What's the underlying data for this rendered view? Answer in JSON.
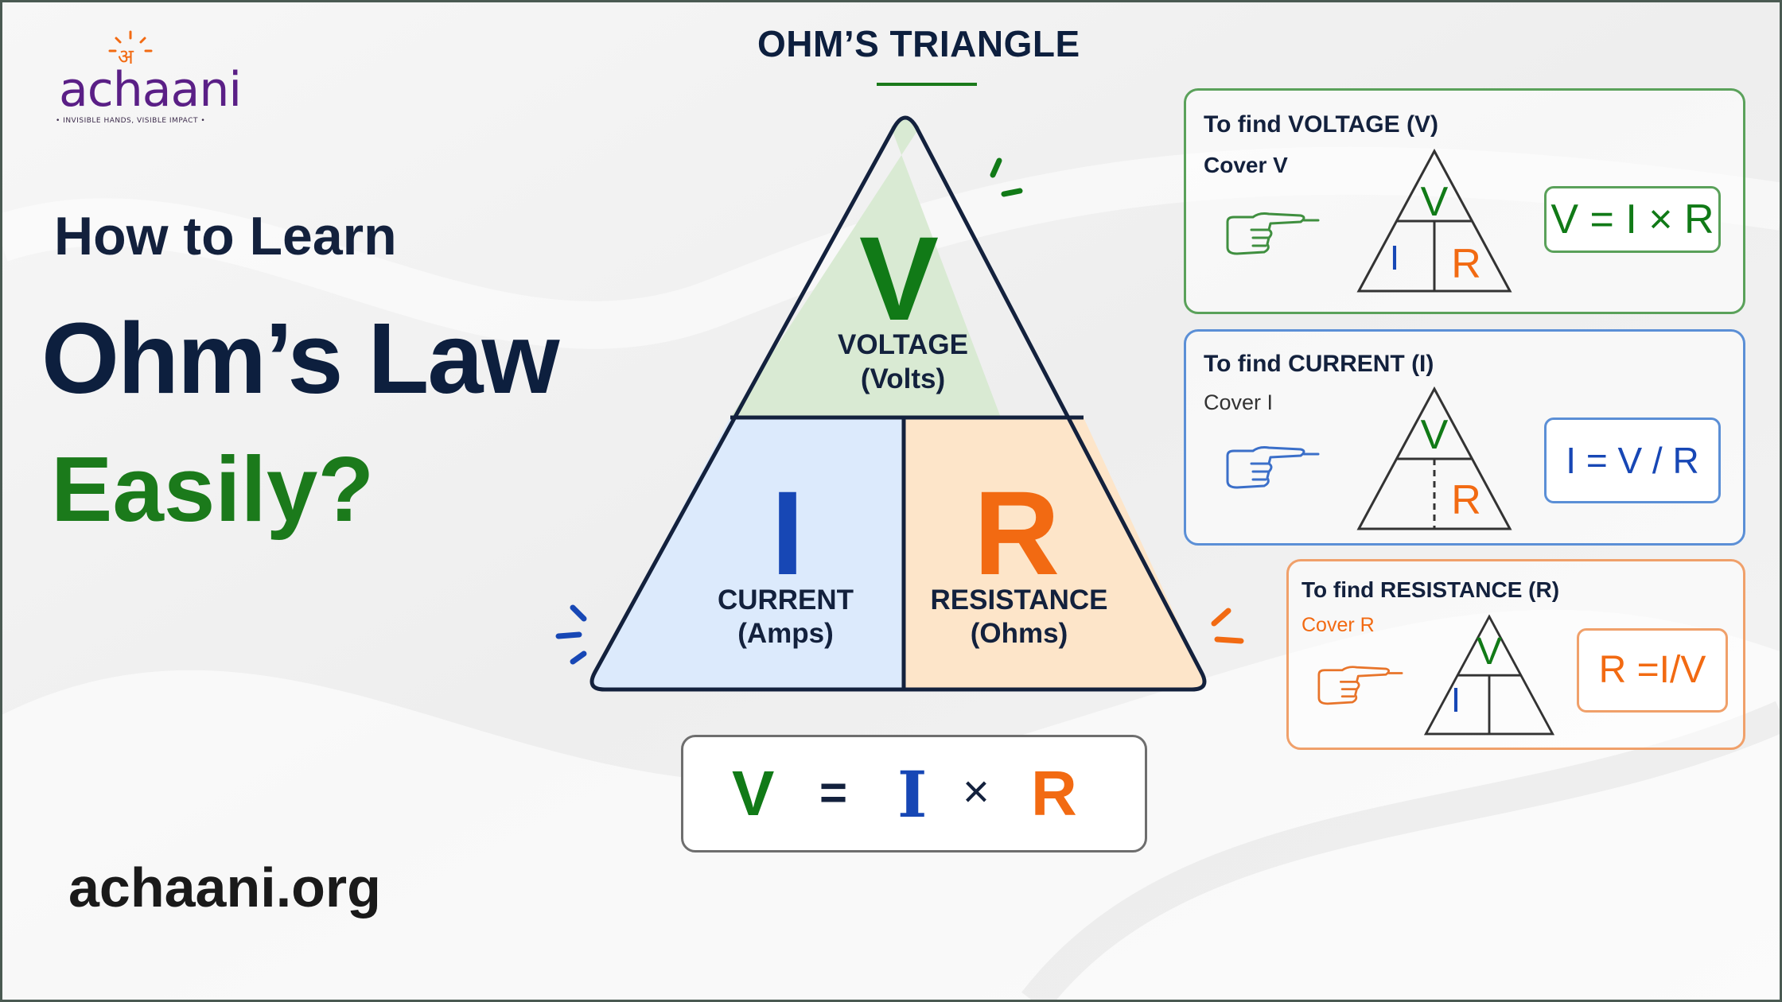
{
  "brand": {
    "logo_mark": "अ",
    "logo_word": "achaani",
    "tagline": "• INVISIBLE HANDS, VISIBLE IMPACT •"
  },
  "headline": {
    "line1": "How to Learn",
    "line2": "Ohm’s Law",
    "line3": "Easily?"
  },
  "website": "achaani.org",
  "triangle": {
    "title": "OHM’S TRIANGLE",
    "top": {
      "letter": "V",
      "label": "VOLTAGE",
      "unit": "(Volts)"
    },
    "left": {
      "letter": "I",
      "label": "CURRENT",
      "unit": "(Amps)"
    },
    "right": {
      "letter": "R",
      "label": "RESISTANCE",
      "unit": "(Ohms)"
    },
    "formula": {
      "v": "V",
      "eq": "=",
      "i": "I",
      "times": "×",
      "r": "R"
    }
  },
  "cards": [
    {
      "title": "To find VOLTAGE (V)",
      "subtitle": "Cover V",
      "mini_top": "V",
      "mini_left": "I",
      "mini_right": "R",
      "formula": "V = I × R",
      "accent": "#5aa15a"
    },
    {
      "title": "To find CURRENT (I)",
      "subtitle": "Cover I",
      "mini_top": "V",
      "mini_left": "",
      "mini_right": "R",
      "formula": "I = V / R",
      "accent": "#5b8fd6"
    },
    {
      "title": "To find RESISTANCE (R)",
      "subtitle": "Cover R",
      "mini_top": "V",
      "mini_left": "I",
      "mini_right": "",
      "formula": "R =I/V",
      "accent": "#f0a06a"
    }
  ],
  "colors": {
    "green": "#117a17",
    "blue": "#1747b5",
    "orange": "#f26a12",
    "navy": "#0d1f3e",
    "voltage_fill": "#d9ead3",
    "current_fill": "#dceafc",
    "resistance_fill": "#fde5c9"
  },
  "icons": [
    "pointing-hand-icon",
    "sparkle-icon",
    "sun-icon"
  ]
}
